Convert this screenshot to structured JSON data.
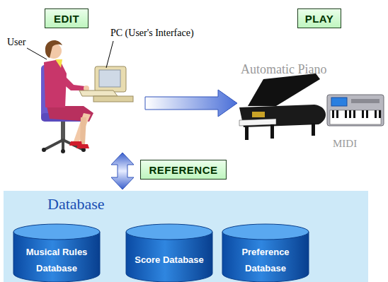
{
  "diagram": {
    "nodes": [
      {
        "text": [
          "EDIT"
        ]
      },
      {
        "text": [
          "PLAY"
        ]
      },
      {
        "text": [
          "REFERENCE"
        ]
      },
      {
        "text": [
          "Database"
        ]
      },
      {
        "text": [
          "Musical Rules Database"
        ],
        "in": 3
      },
      {
        "text": [
          "Score Database"
        ],
        "in": 3
      },
      {
        "text": [
          "Preference Database"
        ],
        "in": 3
      }
    ],
    "labels": [
      "User",
      "PC (User's Interface)",
      "Automatic Piano",
      "MIDI"
    ]
  }
}
